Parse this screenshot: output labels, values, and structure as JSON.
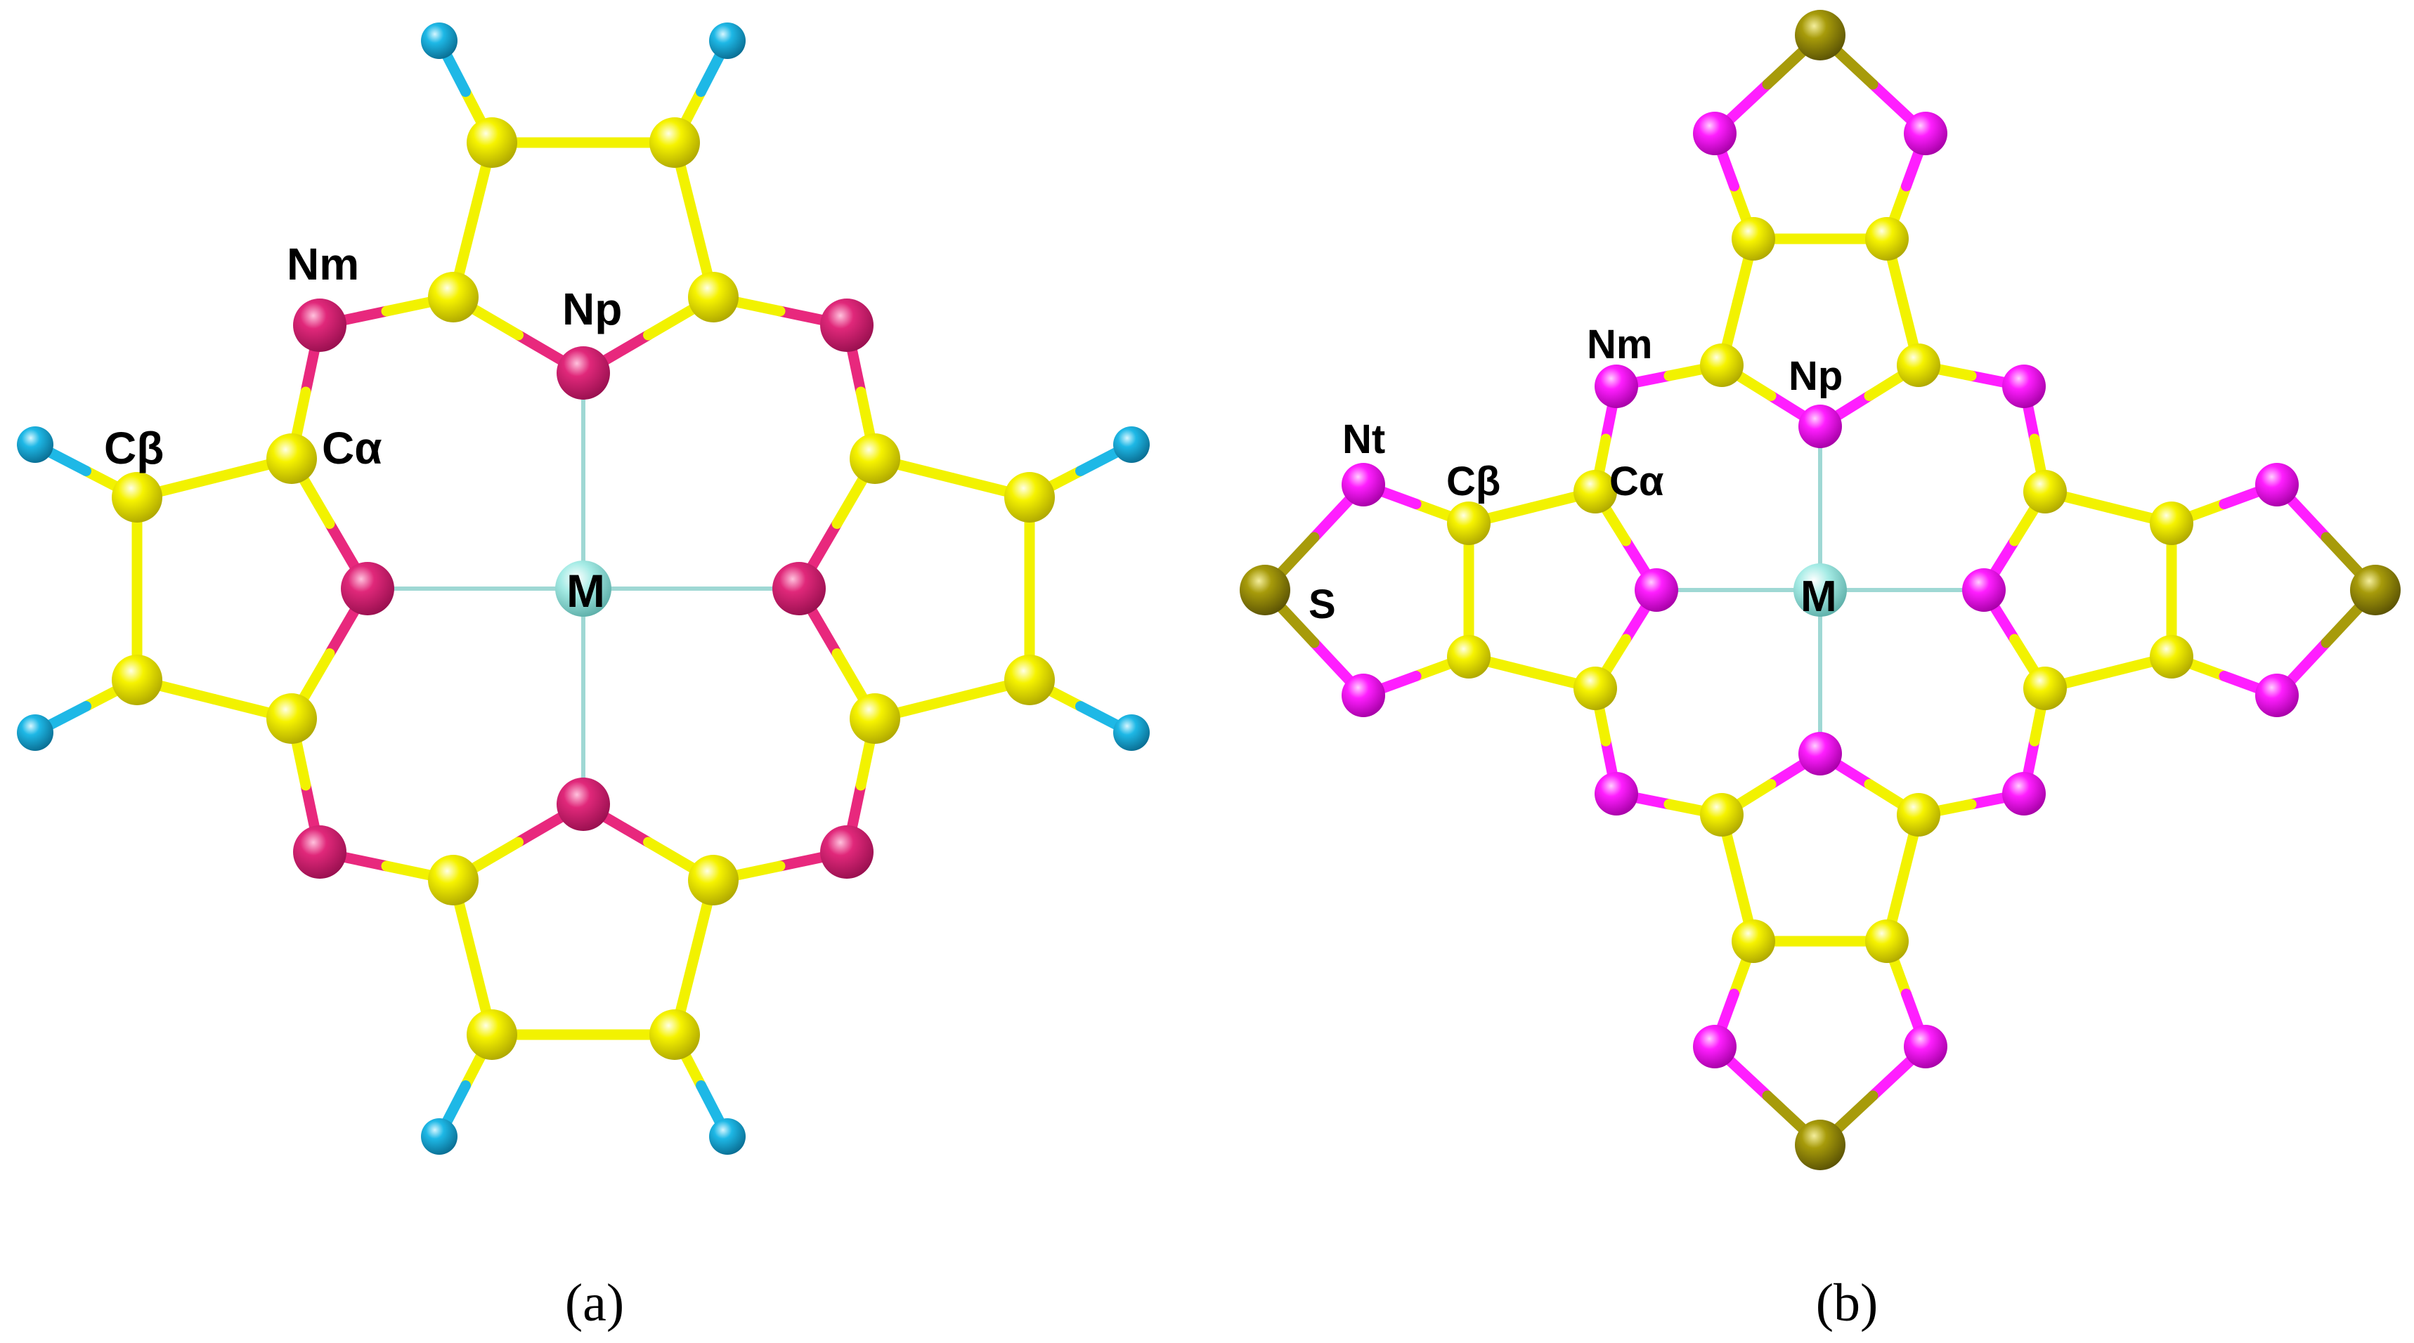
{
  "colors": {
    "carbon": "#f2f200",
    "nitrogen_a": "#e8287d",
    "nitrogen_b": "#ff1eff",
    "hydrogen": "#1eb8e6",
    "metal": "#9ce6e0",
    "sulfur": "#a79b0a",
    "metal_bond": "#9fd8d4"
  },
  "panel_a": {
    "caption": "(a)",
    "labels": {
      "c_beta": "Cβ",
      "c_alpha": "Cα",
      "n_meso": "Nm",
      "n_pyrrole": "Np",
      "metal": "M"
    }
  },
  "panel_b": {
    "caption": "(b)",
    "labels": {
      "n_meso": "Nm",
      "n_pyrrole": "Np",
      "n_thiadiazole": "Nt",
      "c_beta": "Cβ",
      "c_alpha": "Cα",
      "sulfur": "S",
      "metal": "M"
    }
  }
}
